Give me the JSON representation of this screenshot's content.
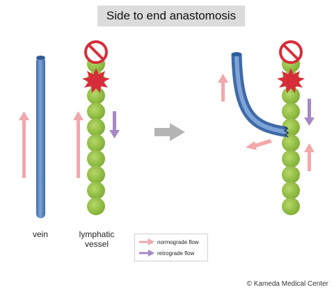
{
  "title": "Side to end anastomosis",
  "labels": {
    "vein": "vein",
    "lymphatic_line1": "lymphatic",
    "lymphatic_line2": "vessel"
  },
  "legend": {
    "normograde": "normograde flow",
    "retrograde": "retrograde flow"
  },
  "credit": "© Kameda Medical Center",
  "colors": {
    "vein": "#5b86c4",
    "lymphatic": "#8cb93a",
    "normograde_arrow": "#f2a7ab",
    "retrograde_arrow": "#a688c4",
    "star": "#d72d3a",
    "prohibit": "#d72d3a",
    "transition_arrow": "#b5b5b5",
    "title_bg": "#dcdcdc"
  },
  "icons": [
    "no-entry-icon",
    "burst-icon",
    "arrow-icon"
  ]
}
